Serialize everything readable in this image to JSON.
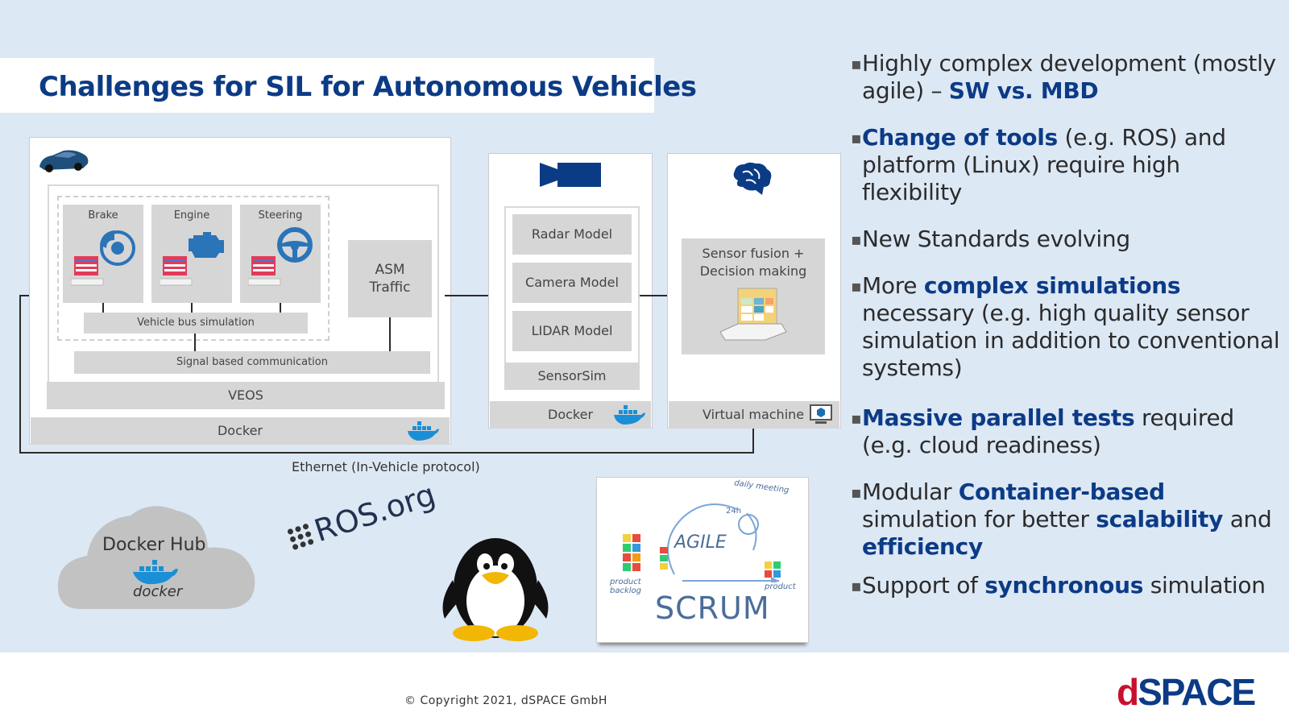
{
  "title": "Challenges for SIL for Autonomous Vehicles",
  "diagram": {
    "ecus": [
      "Brake",
      "Engine",
      "Steering"
    ],
    "vehicle_bus": "Vehicle bus simulation",
    "asm_traffic": "ASM\nTraffic",
    "signal_comm": "Signal based communication",
    "veos": "VEOS",
    "docker_left": "Docker",
    "sensor_models": [
      "Radar Model",
      "Camera Model",
      "LIDAR Model"
    ],
    "sensorsim": "SensorSim",
    "docker_mid": "Docker",
    "fusion": "Sensor fusion +\nDecision making",
    "virtual_machine": "Virtual machine",
    "ethernet": "Ethernet (In-Vehicle protocol)"
  },
  "logos": {
    "docker_hub": "Docker Hub",
    "docker_word": "docker",
    "ros": "ROS.org",
    "scrum_daily": "daily meeting",
    "scrum_24h": "24h",
    "scrum_agile": "AGILE",
    "scrum_backlog": "product\nbacklog",
    "scrum_word": "SCRUM",
    "scrum_product": "product"
  },
  "bullets": [
    {
      "parts": [
        {
          "t": "Highly complex development (mostly agile) – ",
          "em": false
        },
        {
          "t": "SW vs. MBD",
          "em": true
        }
      ]
    },
    {
      "parts": [
        {
          "t": "Change of tools",
          "em": true
        },
        {
          "t": " (e.g. ROS) and platform (Linux) require high flexibility",
          "em": false
        }
      ]
    },
    {
      "parts": [
        {
          "t": "New Standards evolving",
          "em": false
        }
      ]
    },
    {
      "parts": [
        {
          "t": "More ",
          "em": false
        },
        {
          "t": "complex simulations",
          "em": true
        },
        {
          "t": " necessary (e.g. high quality sensor simulation in addition to conventional systems)",
          "em": false
        }
      ]
    },
    {
      "parts": [
        {
          "t": "Massive parallel tests",
          "em": true
        },
        {
          "t": " required (e.g. cloud readiness)",
          "em": false
        }
      ]
    },
    {
      "parts": [
        {
          "t": "Modular ",
          "em": false
        },
        {
          "t": "Container-based",
          "em": true
        },
        {
          "t": " simulation for better ",
          "em": false
        },
        {
          "t": "scalability",
          "em": true
        },
        {
          "t": " and ",
          "em": false
        },
        {
          "t": "efficiency",
          "em": true
        }
      ]
    },
    {
      "parts": [
        {
          "t": "Support of ",
          "em": false
        },
        {
          "t": "synchronous",
          "em": true
        },
        {
          "t": " simulation",
          "em": false
        }
      ]
    }
  ],
  "footer": {
    "copyright": "© Copyright 2021, dSPACE GmbH",
    "logo_d": "d",
    "logo_rest": "SPACE"
  },
  "colors": {
    "accent": "#0c3b86",
    "logo_red": "#c8102e",
    "background": "#dde8f5"
  }
}
